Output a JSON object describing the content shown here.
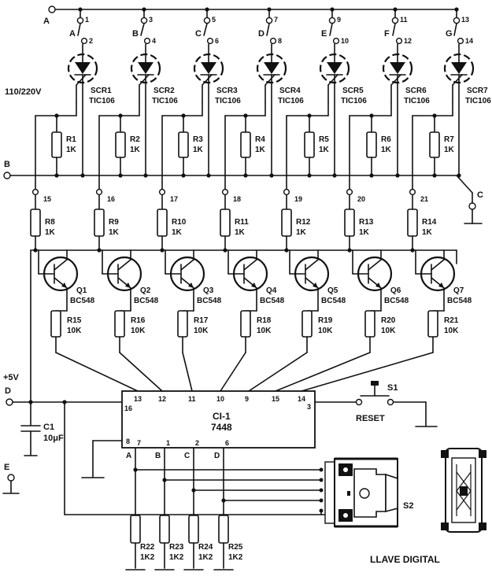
{
  "terminals": {
    "a": "A",
    "b": "B",
    "c": "C",
    "d": "D",
    "e": "E"
  },
  "supply_label": "110/220V",
  "plus5v_label": "+5V",
  "channels": [
    {
      "top_pin": "1",
      "letter": "A",
      "lamp_pin": "2",
      "scr": "SCR1",
      "scr_type": "TIC106",
      "r_gate": "R1",
      "r_gate_val": "1K",
      "node": "15",
      "r_base": "R8",
      "r_base_val": "1K",
      "q": "Q1",
      "q_type": "BC548",
      "r_em": "R15",
      "r_em_val": "10K"
    },
    {
      "top_pin": "3",
      "letter": "B",
      "lamp_pin": "4",
      "scr": "SCR2",
      "scr_type": "TIC106",
      "r_gate": "R2",
      "r_gate_val": "1K",
      "node": "16",
      "r_base": "R9",
      "r_base_val": "1K",
      "q": "Q2",
      "q_type": "BC548",
      "r_em": "R16",
      "r_em_val": "10K"
    },
    {
      "top_pin": "5",
      "letter": "C",
      "lamp_pin": "6",
      "scr": "SCR3",
      "scr_type": "TIC106",
      "r_gate": "R3",
      "r_gate_val": "1K",
      "node": "17",
      "r_base": "R10",
      "r_base_val": "1K",
      "q": "Q3",
      "q_type": "BC548",
      "r_em": "R17",
      "r_em_val": "10K"
    },
    {
      "top_pin": "7",
      "letter": "D",
      "lamp_pin": "8",
      "scr": "SCR4",
      "scr_type": "TIC106",
      "r_gate": "R4",
      "r_gate_val": "1K",
      "node": "18",
      "r_base": "R11",
      "r_base_val": "1K",
      "q": "Q4",
      "q_type": "BC548",
      "r_em": "R18",
      "r_em_val": "10K"
    },
    {
      "top_pin": "9",
      "letter": "E",
      "lamp_pin": "10",
      "scr": "SCR5",
      "scr_type": "TIC106",
      "r_gate": "R5",
      "r_gate_val": "1K",
      "node": "19",
      "r_base": "R12",
      "r_base_val": "1K",
      "q": "Q5",
      "q_type": "BC548",
      "r_em": "R19",
      "r_em_val": "10K"
    },
    {
      "top_pin": "11",
      "letter": "F",
      "lamp_pin": "12",
      "scr": "SCR6",
      "scr_type": "TIC106",
      "r_gate": "R6",
      "r_gate_val": "1K",
      "node": "20",
      "r_base": "R13",
      "r_base_val": "1K",
      "q": "Q6",
      "q_type": "BC548",
      "r_em": "R20",
      "r_em_val": "10K"
    },
    {
      "top_pin": "13",
      "letter": "G",
      "lamp_pin": "14",
      "scr": "SCR7",
      "scr_type": "TIC106",
      "r_gate": "R7",
      "r_gate_val": "1K",
      "node": "21",
      "r_base": "R14",
      "r_base_val": "1K",
      "q": "Q7",
      "q_type": "BC548",
      "r_em": "R21",
      "r_em_val": "10K"
    }
  ],
  "ic": {
    "name": "CI-1",
    "part": "7448",
    "top_pins": [
      "13",
      "12",
      "11",
      "10",
      "9",
      "15",
      "14"
    ],
    "pin16": "16",
    "pin3": "3",
    "pin8": "8",
    "bottom_pins": [
      "7",
      "1",
      "2",
      "6"
    ],
    "input_letters": [
      "A",
      "B",
      "C",
      "D"
    ]
  },
  "capacitor": {
    "name": "C1",
    "value": "10μF"
  },
  "reset_switch": {
    "name": "S1",
    "label": "RESET"
  },
  "pulldowns": [
    {
      "name": "R22",
      "value": "1K2"
    },
    {
      "name": "R23",
      "value": "1K2"
    },
    {
      "name": "R24",
      "value": "1K2"
    },
    {
      "name": "R25",
      "value": "1K2"
    }
  ],
  "digital_switch": {
    "name": "S2",
    "caption": "LLAVE DIGITAL"
  }
}
